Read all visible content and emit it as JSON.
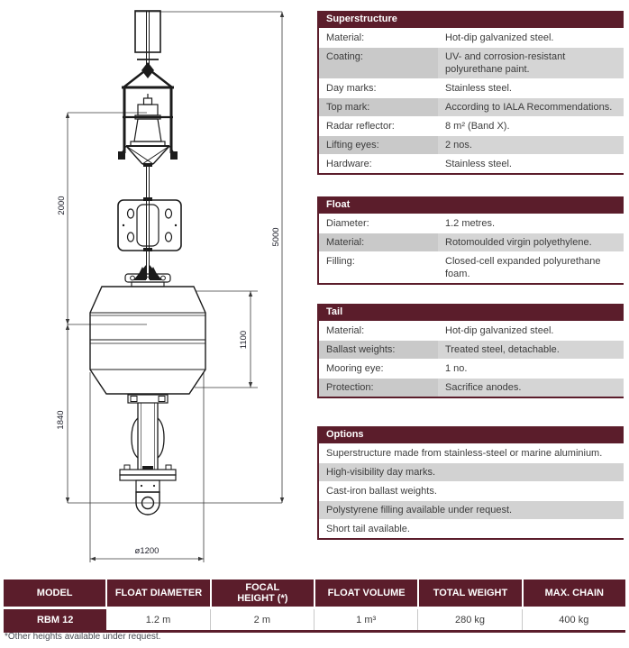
{
  "colors": {
    "maroon": "#5B1D2B",
    "row_gray": "#D3D3D3",
    "label_gray": "#C9C9C9",
    "text": "#3C3C3C"
  },
  "drawing": {
    "dimensions": {
      "focal_height": "2000",
      "total_height": "5000",
      "float_height": "1100",
      "tail_length": "1840",
      "float_diameter": "ø1200"
    }
  },
  "tables": {
    "superstructure": {
      "title": "Superstructure",
      "rows": [
        {
          "label": "Material:",
          "value": "Hot-dip galvanized steel."
        },
        {
          "label": "Coating:",
          "value": "UV- and corrosion-resistant polyurethane paint."
        },
        {
          "label": "Day marks:",
          "value": "Stainless steel."
        },
        {
          "label": "Top mark:",
          "value": "According to IALA Recommendations."
        },
        {
          "label": "Radar reflector:",
          "value": "8 m² (Band X)."
        },
        {
          "label": "Lifting eyes:",
          "value": "2 nos."
        },
        {
          "label": "Hardware:",
          "value": "Stainless steel."
        }
      ]
    },
    "float": {
      "title": "Float",
      "rows": [
        {
          "label": "Diameter:",
          "value": "1.2 metres."
        },
        {
          "label": "Material:",
          "value": "Rotomoulded virgin polyethylene."
        },
        {
          "label": "Filling:",
          "value": "Closed-cell expanded polyurethane foam."
        }
      ]
    },
    "tail": {
      "title": "Tail",
      "rows": [
        {
          "label": "Material:",
          "value": "Hot-dip galvanized steel."
        },
        {
          "label": "Ballast weights:",
          "value": "Treated steel, detachable."
        },
        {
          "label": "Mooring eye:",
          "value": "1 no."
        },
        {
          "label": "Protection:",
          "value": "Sacrifice anodes."
        }
      ]
    },
    "options": {
      "title": "Options",
      "items": [
        "Superstructure made from stainless-steel or marine aluminium.",
        "High-visibility day marks.",
        "Cast-iron ballast weights.",
        "Polystyrene filling available under request.",
        "Short tail available."
      ]
    }
  },
  "summary_table": {
    "headers": [
      "MODEL",
      "FLOAT DIAMETER",
      "FOCAL HEIGHT (*)",
      "FLOAT VOLUME",
      "TOTAL WEIGHT",
      "MAX. CHAIN"
    ],
    "row": [
      "RBM 12",
      "1.2 m",
      "2 m",
      "1 m³",
      "280 kg",
      "400 kg"
    ],
    "footnote": "*Other heights available under request."
  }
}
